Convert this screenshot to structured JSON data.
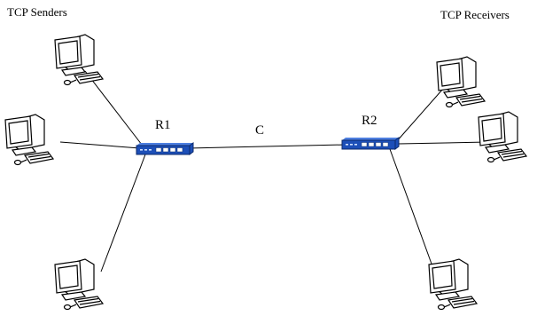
{
  "labels": {
    "senders": "TCP Senders",
    "receivers": "TCP Receivers",
    "router1": "R1",
    "router2": "R2",
    "link": "C"
  },
  "icons": {
    "host": "desktop-computer-icon",
    "router": "network-switch-icon"
  },
  "colors": {
    "router": "#1d4fb8",
    "line": "#000000",
    "background": "#ffffff"
  }
}
